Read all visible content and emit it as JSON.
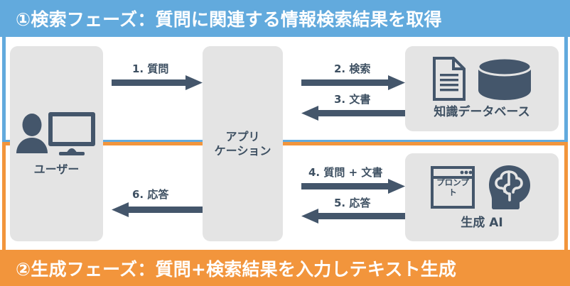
{
  "phases": {
    "retrieval": {
      "banner_text": "①検索フェーズ：質問に関連する情報検索結果を取得",
      "color": "#62AADD"
    },
    "generation": {
      "banner_text": "②生成フェーズ：質問+検索結果を入力しテキスト生成",
      "color": "#F2953C"
    }
  },
  "nodes": {
    "user": {
      "label": "ユーザー",
      "icons": [
        "person-icon",
        "monitor-icon"
      ]
    },
    "application": {
      "label_line1": "アプリ",
      "label_line2": "ケーション"
    },
    "knowledge_base": {
      "label": "知識データベース",
      "icons": [
        "document-icon",
        "database-cylinder-icon"
      ]
    },
    "generative_ai": {
      "label": "生成 AI",
      "prompt_window_text_line1": "プロンプ",
      "prompt_window_text_line2": "ト",
      "icons": [
        "prompt-window-icon",
        "brain-head-icon"
      ]
    }
  },
  "arrows": [
    {
      "id": 1,
      "label": "1. 質問",
      "direction": "right",
      "from": "user",
      "to": "application"
    },
    {
      "id": 2,
      "label": "2. 検索",
      "direction": "right",
      "from": "application",
      "to": "knowledge_base"
    },
    {
      "id": 3,
      "label": "3. 文書",
      "direction": "left",
      "from": "knowledge_base",
      "to": "application"
    },
    {
      "id": 4,
      "label": "4. 質問 + 文書",
      "direction": "right",
      "from": "application",
      "to": "generative_ai"
    },
    {
      "id": 5,
      "label": "5. 応答",
      "direction": "left",
      "from": "generative_ai",
      "to": "application"
    },
    {
      "id": 6,
      "label": "6. 応答",
      "direction": "left",
      "from": "application",
      "to": "user"
    }
  ],
  "colors": {
    "blue": "#62AADD",
    "orange": "#F2953C",
    "box_gray": "#E4E4E4",
    "ink": "#3E5062",
    "arrow": "#44566B",
    "white": "#FFFFFF"
  }
}
